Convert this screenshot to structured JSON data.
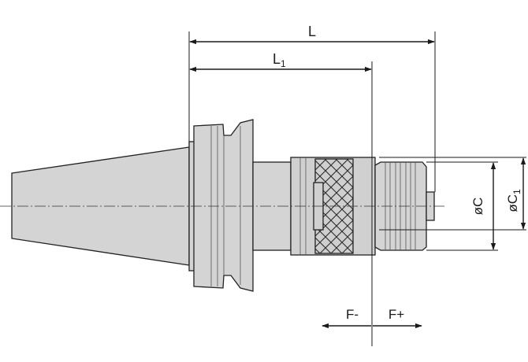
{
  "dimensions": {
    "L": "L",
    "L1": {
      "main": "L",
      "sub": "1"
    },
    "C": "øC",
    "C1": {
      "main": "øC",
      "sub": "1"
    },
    "F_minus": "F-",
    "F_plus": "F+"
  },
  "colors": {
    "body_fill": "#d4d4d4",
    "outline": "#222222",
    "background": "#ffffff"
  }
}
